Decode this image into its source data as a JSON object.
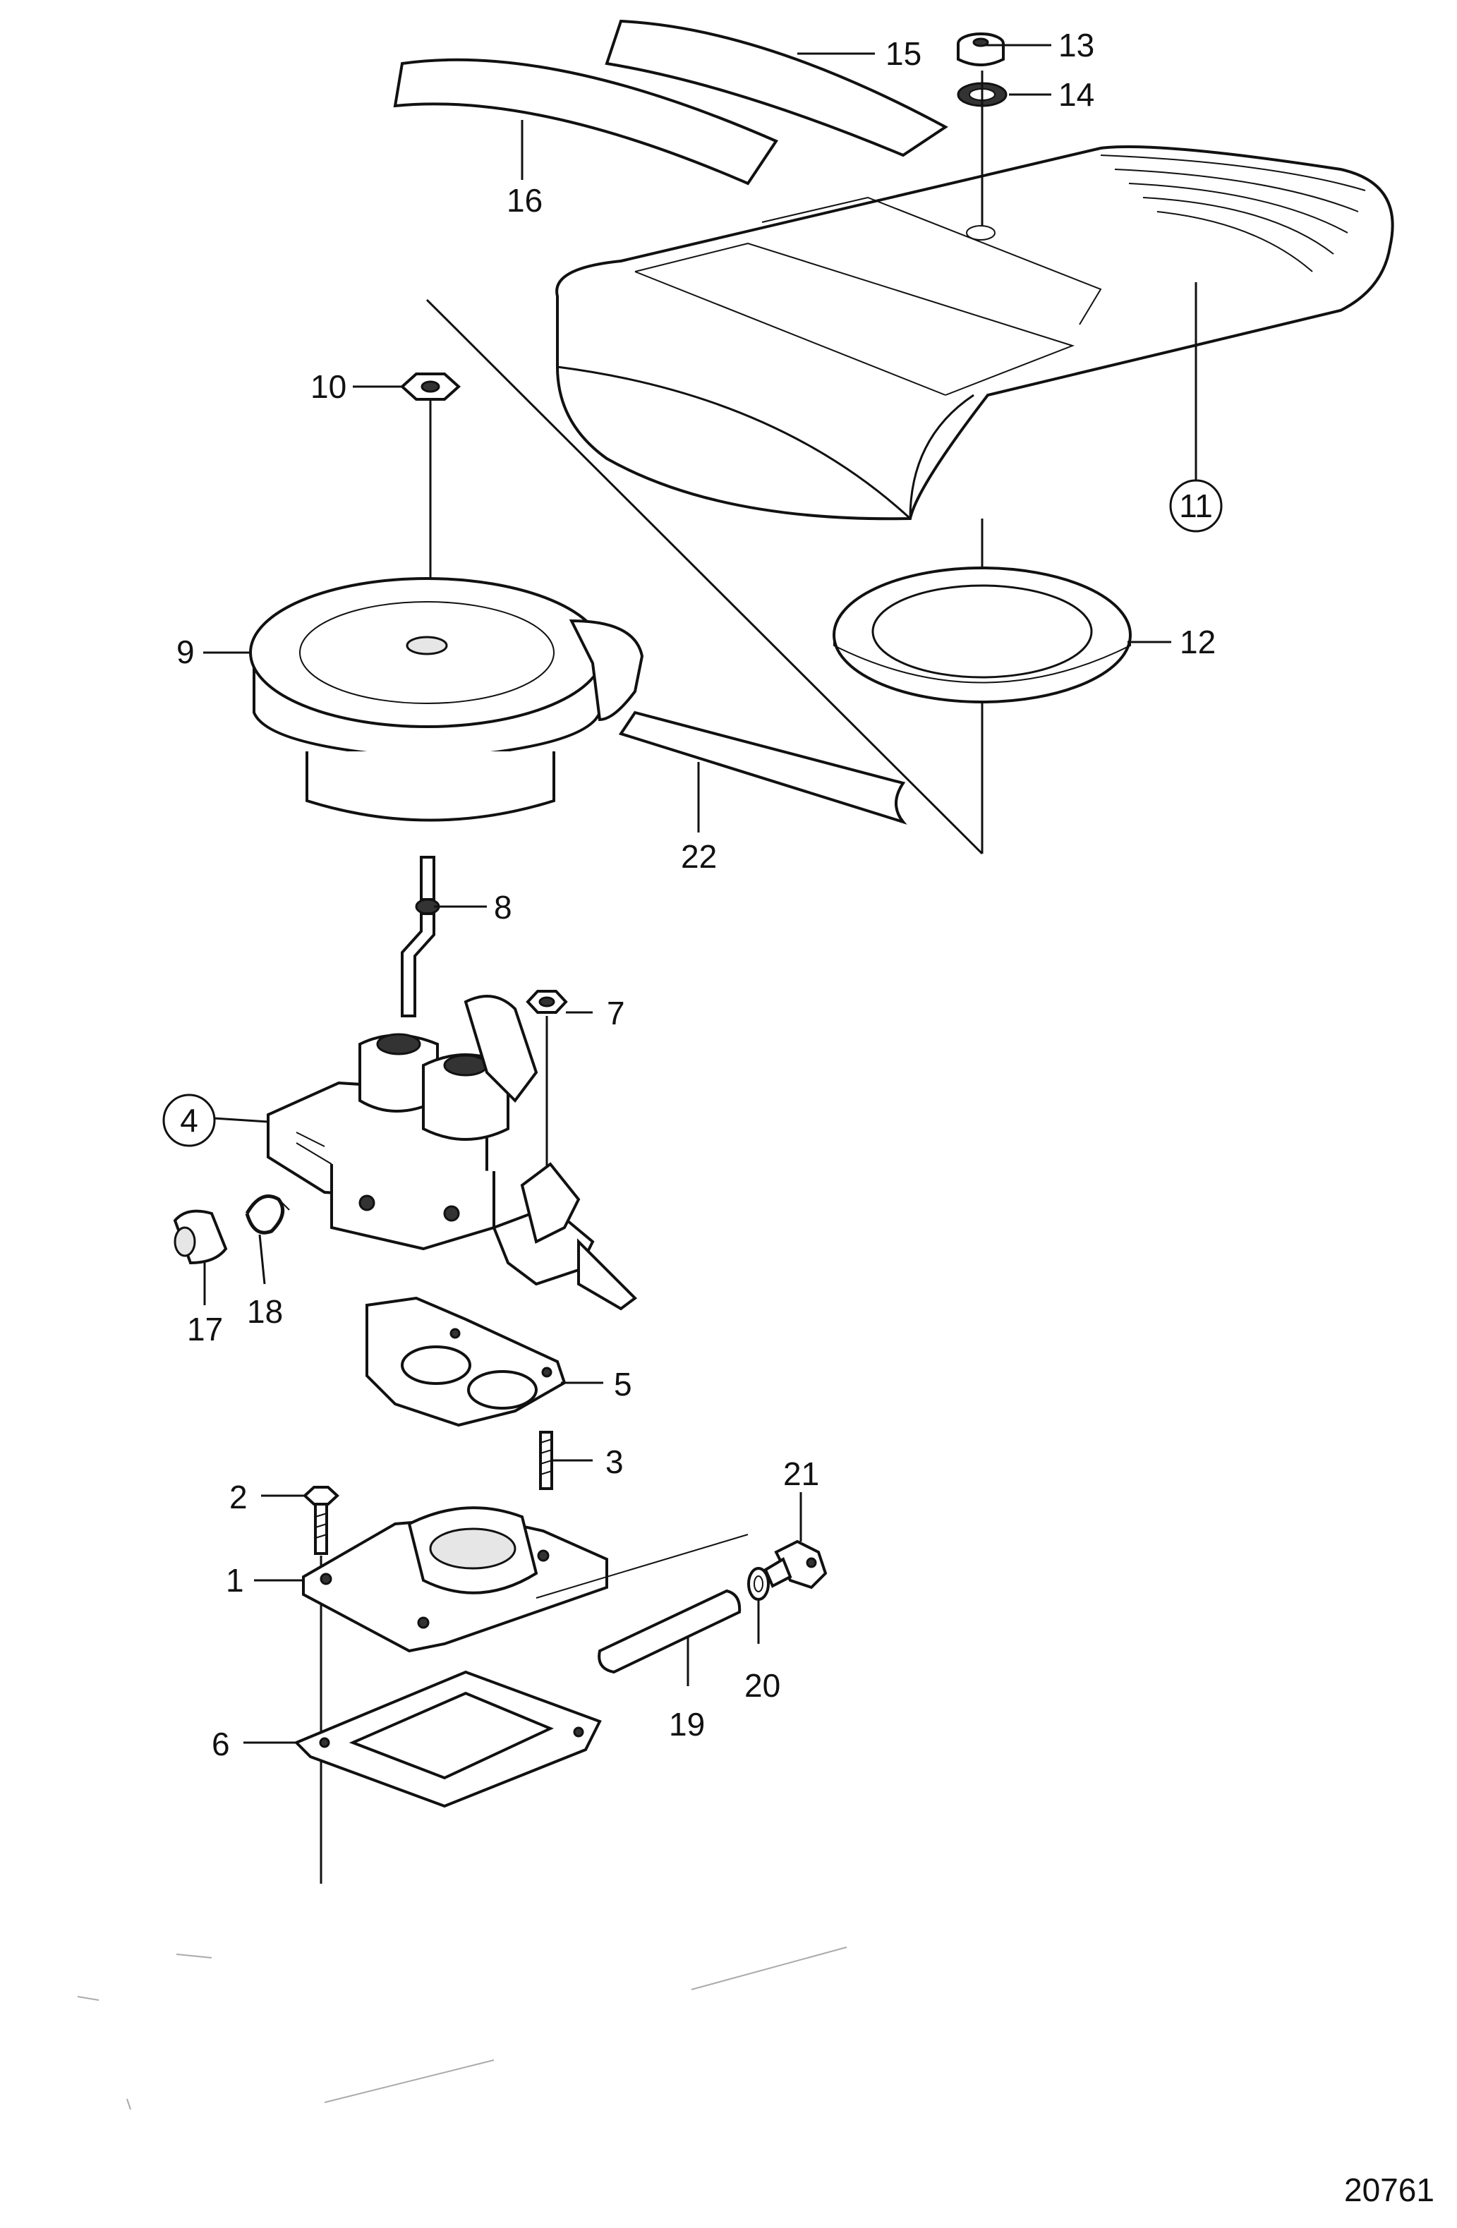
{
  "callouts": [
    {
      "id": "1",
      "label": "1",
      "circled": false
    },
    {
      "id": "2",
      "label": "2",
      "circled": false
    },
    {
      "id": "3",
      "label": "3",
      "circled": false
    },
    {
      "id": "4",
      "label": "4",
      "circled": true
    },
    {
      "id": "5",
      "label": "5",
      "circled": false
    },
    {
      "id": "6",
      "label": "6",
      "circled": false
    },
    {
      "id": "7",
      "label": "7",
      "circled": false
    },
    {
      "id": "8",
      "label": "8",
      "circled": false
    },
    {
      "id": "9",
      "label": "9",
      "circled": false
    },
    {
      "id": "10",
      "label": "10",
      "circled": false
    },
    {
      "id": "11",
      "label": "11",
      "circled": true
    },
    {
      "id": "12",
      "label": "12",
      "circled": false
    },
    {
      "id": "13",
      "label": "13",
      "circled": false
    },
    {
      "id": "14",
      "label": "14",
      "circled": false
    },
    {
      "id": "15",
      "label": "15",
      "circled": false
    },
    {
      "id": "16",
      "label": "16",
      "circled": false
    },
    {
      "id": "17",
      "label": "17",
      "circled": false
    },
    {
      "id": "18",
      "label": "18",
      "circled": false
    },
    {
      "id": "19",
      "label": "19",
      "circled": false
    },
    {
      "id": "20",
      "label": "20",
      "circled": false
    },
    {
      "id": "21",
      "label": "21",
      "circled": false
    },
    {
      "id": "22",
      "label": "22",
      "circled": false
    }
  ],
  "figure_number": "20761"
}
